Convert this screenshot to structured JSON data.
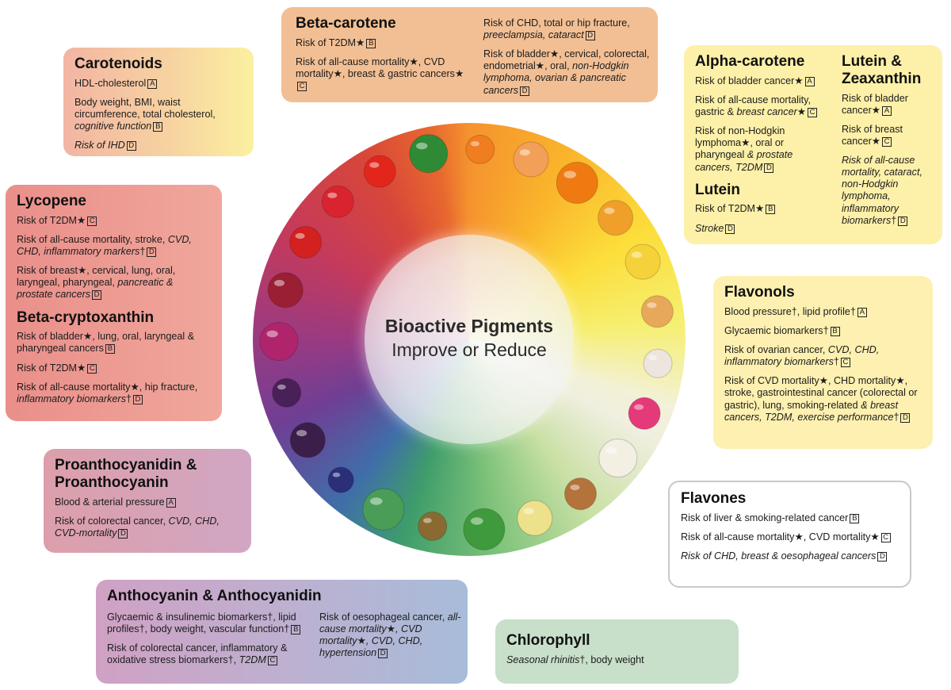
{
  "center": {
    "title": "Bioactive Pigments",
    "subtitle": "Improve or Reduce"
  },
  "carotenoids": {
    "title": "Carotenoids",
    "items": [
      {
        "text": "HDL-cholesterol",
        "tag": "A"
      },
      {
        "text": "Body weight, BMI, waist circumference, total cholesterol,",
        "italic": "cognitive function",
        "tag": "B"
      },
      {
        "italic": "Risk of IHD",
        "tag": "D"
      }
    ]
  },
  "beta_carotene": {
    "title": "Beta-carotene",
    "left_items": [
      {
        "text": "Risk of T2DM★",
        "tag": "B"
      },
      {
        "text": "Risk of all-cause mortality★, CVD mortality★, breast & gastric cancers★",
        "tag": "C"
      }
    ],
    "right_items": [
      {
        "text": "Risk of CHD, total or hip fracture,",
        "italic": "preeclampsia, cataract",
        "tag": "D"
      },
      {
        "text": "Risk of bladder★, cervical, colorectal, endometrial★, oral,",
        "italic": "non-Hodgkin lymphoma, ovarian & pancreatic cancers",
        "tag": "D"
      }
    ]
  },
  "alpha_carotene": {
    "title": "Alpha-carotene",
    "items": [
      {
        "text": "Risk of bladder cancer★",
        "tag": "A"
      },
      {
        "text": "Risk of all-cause mortality, gastric &",
        "italic": "breast cancer★",
        "tag": "C"
      },
      {
        "text": "Risk of non-Hodgkin lymphoma★, oral or pharyngeal",
        "italic": "& prostate cancers, T2DM",
        "tag": "D"
      }
    ]
  },
  "lutein": {
    "title": "Lutein",
    "items": [
      {
        "text": "Risk of T2DM★",
        "tag": "B"
      },
      {
        "italic": "Stroke",
        "tag": "D"
      }
    ]
  },
  "lutein_zeaxanthin": {
    "title": "Lutein & Zeaxanthin",
    "items": [
      {
        "text": "Risk of bladder cancer★",
        "tag": "A"
      },
      {
        "text": "Risk of breast cancer★",
        "tag": "C"
      },
      {
        "italic": "Risk of all-cause mortality, cataract, non-Hodgkin lymphoma, inflammatory biomarkers",
        "text_after": "†",
        "tag": "D"
      }
    ]
  },
  "lycopene": {
    "title": "Lycopene",
    "items": [
      {
        "text": "Risk of T2DM★",
        "tag": "C"
      },
      {
        "text": "Risk of all-cause mortality, stroke,",
        "italic": "CVD, CHD, inflammatory markers",
        "text_after": "†",
        "tag": "D"
      },
      {
        "text": "Risk of breast★, cervical, lung, oral, laryngeal, pharyngeal,",
        "italic": "pancreatic & prostate cancers",
        "tag": "D"
      }
    ]
  },
  "beta_cryptoxanthin": {
    "title": "Beta-cryptoxanthin",
    "items": [
      {
        "text": "Risk of bladder★, lung, oral, laryngeal & pharyngeal cancers",
        "tag": "B"
      },
      {
        "text": "Risk of T2DM★",
        "tag": "C"
      },
      {
        "text": "Risk of all-cause mortality★, hip fracture,",
        "italic": "inflammatory biomarkers",
        "text_after": "†",
        "tag": "D"
      }
    ]
  },
  "flavonols": {
    "title": "Flavonols",
    "items": [
      {
        "text": "Blood pressure†, lipid profile†",
        "tag": "A"
      },
      {
        "text": "Glycaemic biomarkers†",
        "tag": "B"
      },
      {
        "text": "Risk of ovarian cancer,",
        "italic": "CVD, CHD, inflammatory biomarkers",
        "text_after": "†",
        "tag": "C"
      },
      {
        "text": "Risk of CVD mortality★, CHD mortality★, stroke, gastrointestinal cancer (colorectal or gastric), lung, smoking-related",
        "italic": "& breast cancers, T2DM, exercise performance",
        "text_after": "†",
        "tag": "D"
      }
    ]
  },
  "proanthocyanidin": {
    "title": "Proanthocyanidin & Proanthocyanin",
    "items": [
      {
        "text": "Blood & arterial pressure",
        "tag": "A"
      },
      {
        "text": "Risk of colorectal cancer,",
        "italic": "CVD, CHD, CVD-mortality",
        "tag": "D"
      }
    ]
  },
  "flavones": {
    "title": "Flavones",
    "items": [
      {
        "text": "Risk of liver & smoking-related cancer",
        "tag": "B"
      },
      {
        "text": "Risk of all-cause mortality★, CVD mortality★",
        "tag": "C"
      },
      {
        "italic": "Risk of CHD, breast & oesophageal cancers",
        "tag": "D"
      }
    ]
  },
  "anthocyanin": {
    "title": "Anthocyanin & Anthocyanidin",
    "left_items": [
      {
        "text": "Glycaemic & insulinemic biomarkers†, lipid profiles†, body weight, vascular function†",
        "tag": "B"
      },
      {
        "text": "Risk of colorectal cancer, inflammatory & oxidative stress biomarkers†,",
        "italic": "T2DM",
        "tag": "C"
      }
    ],
    "right_items": [
      {
        "text": "Risk of oesophageal cancer,",
        "italic": "all-cause mortality★, CVD mortality★, CVD, CHD, hypertension",
        "tag": "D"
      }
    ]
  },
  "chlorophyll": {
    "title": "Chlorophyll",
    "items": [
      {
        "italic": "Seasonal rhinitis",
        "text_after": "†, body weight"
      }
    ]
  },
  "foods": [
    "tomato-icon",
    "watermelon-icon",
    "carrot-icon",
    "cantaloupe-icon",
    "pumpkin-icon",
    "mango-icon",
    "corn-icon",
    "onion-icon",
    "garlic-icon",
    "dragonfruit-icon",
    "cauliflower-icon",
    "potato-icon",
    "melon-icon",
    "broccoli-icon",
    "kiwi-icon",
    "artichoke-icon",
    "blueberry-icon",
    "eggplant-icon",
    "plum-icon",
    "red-cabbage-icon",
    "grapes-icon",
    "red-pepper-icon",
    "strawberry-icon"
  ],
  "colors": {
    "red": "#d8463a",
    "orange": "#f5932e",
    "yellow": "#fcdd3a",
    "green": "#3f9d6a",
    "blue": "#3f6ea9",
    "purple": "#6f3f94"
  }
}
